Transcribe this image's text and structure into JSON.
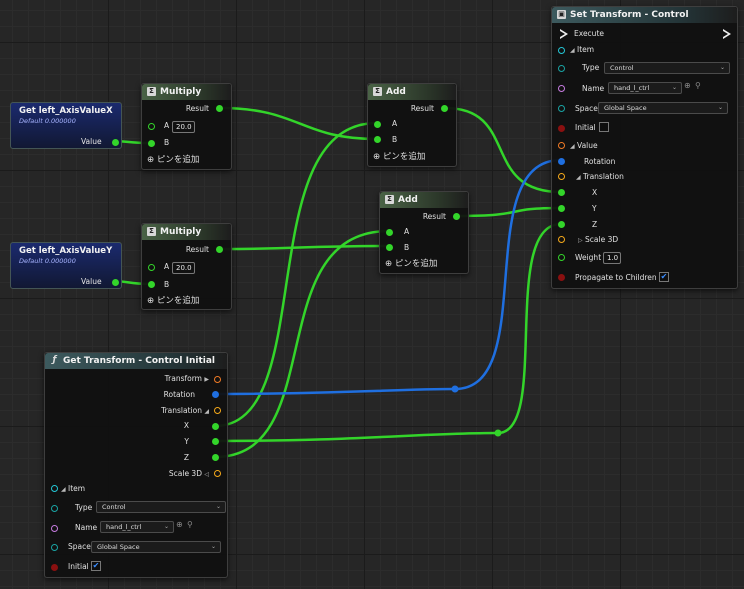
{
  "nodes": {
    "varX": {
      "title": "Get left_AxisValueX",
      "default": "Default 0.000000",
      "value_label": "Value"
    },
    "varY": {
      "title": "Get left_AxisValueY",
      "default": "Default 0.000000",
      "value_label": "Value"
    },
    "mul1": {
      "title": "Multiply",
      "result": "Result",
      "a": "A",
      "a_value": "20.0",
      "b": "B",
      "add_pin": "ピンを追加"
    },
    "mul2": {
      "title": "Multiply",
      "result": "Result",
      "a": "A",
      "a_value": "20.0",
      "b": "B",
      "add_pin": "ピンを追加"
    },
    "add1": {
      "title": "Add",
      "result": "Result",
      "a": "A",
      "b": "B",
      "add_pin": "ピンを追加"
    },
    "add2": {
      "title": "Add",
      "result": "Result",
      "a": "A",
      "b": "B",
      "add_pin": "ピンを追加"
    },
    "getTransform": {
      "title": "Get Transform - Control Initial",
      "transform": "Transform",
      "rotation": "Rotation",
      "translation": "Translation",
      "x": "X",
      "y": "Y",
      "z": "Z",
      "scale": "Scale 3D",
      "item": "Item",
      "type_label": "Type",
      "type_value": "Control",
      "name_label": "Name",
      "name_value": "hand_l_ctrl",
      "space_label": "Space",
      "space_value": "Global Space",
      "initial_label": "Initial"
    },
    "setTransform": {
      "title": "Set Transform - Control",
      "execute": "Execute",
      "item": "Item",
      "type_label": "Type",
      "type_value": "Control",
      "name_label": "Name",
      "name_value": "hand_l_ctrl",
      "space_label": "Space",
      "space_value": "Global Space",
      "initial_label": "Initial",
      "value": "Value",
      "rotation": "Rotation",
      "translation": "Translation",
      "x": "X",
      "y": "Y",
      "z": "Z",
      "scale": "Scale 3D",
      "weight_label": "Weight",
      "weight_value": "1.0",
      "propagate": "Propagate to Children"
    }
  },
  "colors": {
    "float_pin": "#33d52a",
    "rotation_pin": "#1f6fe0",
    "vector_pin": "#f5a91a",
    "transform_pin": "#f07a25",
    "bool_pin": "#8a1010",
    "enum_pin": "#1aa4a4",
    "name_pin": "#c67be0"
  }
}
